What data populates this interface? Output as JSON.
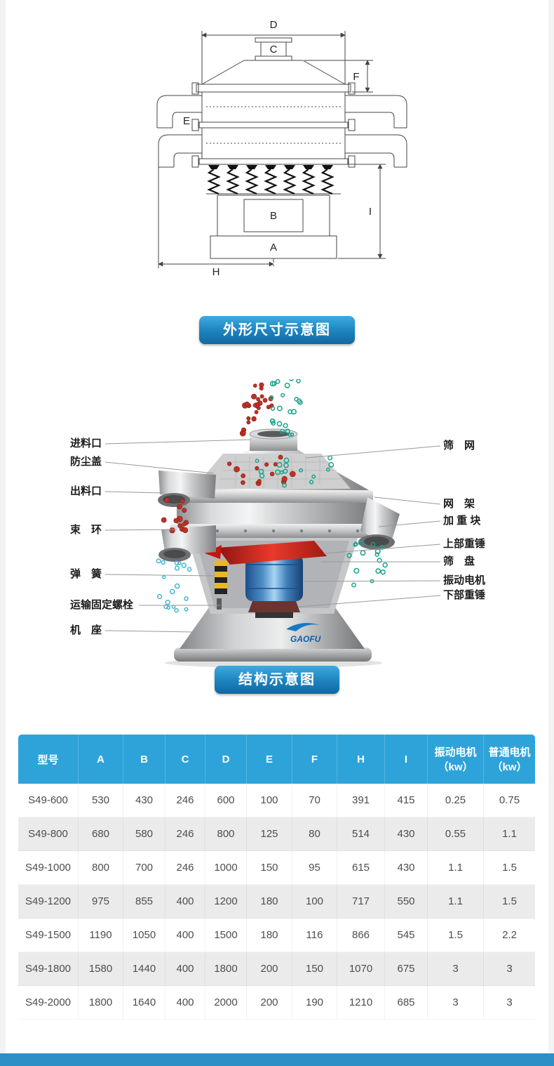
{
  "captions": {
    "dimension": "外形尺寸示意图",
    "structure": "结构示意图"
  },
  "dimension_diagram": {
    "labels": {
      "A": "A",
      "B": "B",
      "C": "C",
      "D": "D",
      "E": "E",
      "F": "F",
      "H": "H",
      "I": "I"
    }
  },
  "structure_diagram": {
    "left_labels": [
      "进料口",
      "防尘盖",
      "出料口",
      "束　环",
      "弹　簧",
      "运输固定螺栓",
      "机　座"
    ],
    "right_labels": [
      "筛　网",
      "网　架",
      "加 重 块",
      "上部重锤",
      "筛　盘",
      "振动电机",
      "下部重锤"
    ],
    "brand": "GAOFU"
  },
  "colors": {
    "accent_blue": "#1d82bf",
    "table_header_blue": "#2da3da",
    "footer_blue": "#2e8fc6",
    "particle_red": "#c03026",
    "particle_green": "#18a38a",
    "particle_cyan": "#39b3d4"
  },
  "table": {
    "headers": [
      "型号",
      "A",
      "B",
      "C",
      "D",
      "E",
      "F",
      "H",
      "I",
      "振动电机\n（kw）",
      "普通电机\n（kw）"
    ],
    "rows": [
      [
        "S49-600",
        "530",
        "430",
        "246",
        "600",
        "100",
        "70",
        "391",
        "415",
        "0.25",
        "0.75"
      ],
      [
        "S49-800",
        "680",
        "580",
        "246",
        "800",
        "125",
        "80",
        "514",
        "430",
        "0.55",
        "1.1"
      ],
      [
        "S49-1000",
        "800",
        "700",
        "246",
        "1000",
        "150",
        "95",
        "615",
        "430",
        "1.1",
        "1.5"
      ],
      [
        "S49-1200",
        "975",
        "855",
        "400",
        "1200",
        "180",
        "100",
        "717",
        "550",
        "1.1",
        "1.5"
      ],
      [
        "S49-1500",
        "1190",
        "1050",
        "400",
        "1500",
        "180",
        "116",
        "866",
        "545",
        "1.5",
        "2.2"
      ],
      [
        "S49-1800",
        "1580",
        "1440",
        "400",
        "1800",
        "200",
        "150",
        "1070",
        "675",
        "3",
        "3"
      ],
      [
        "S49-2000",
        "1800",
        "1640",
        "400",
        "2000",
        "200",
        "190",
        "1210",
        "685",
        "3",
        "3"
      ]
    ]
  }
}
